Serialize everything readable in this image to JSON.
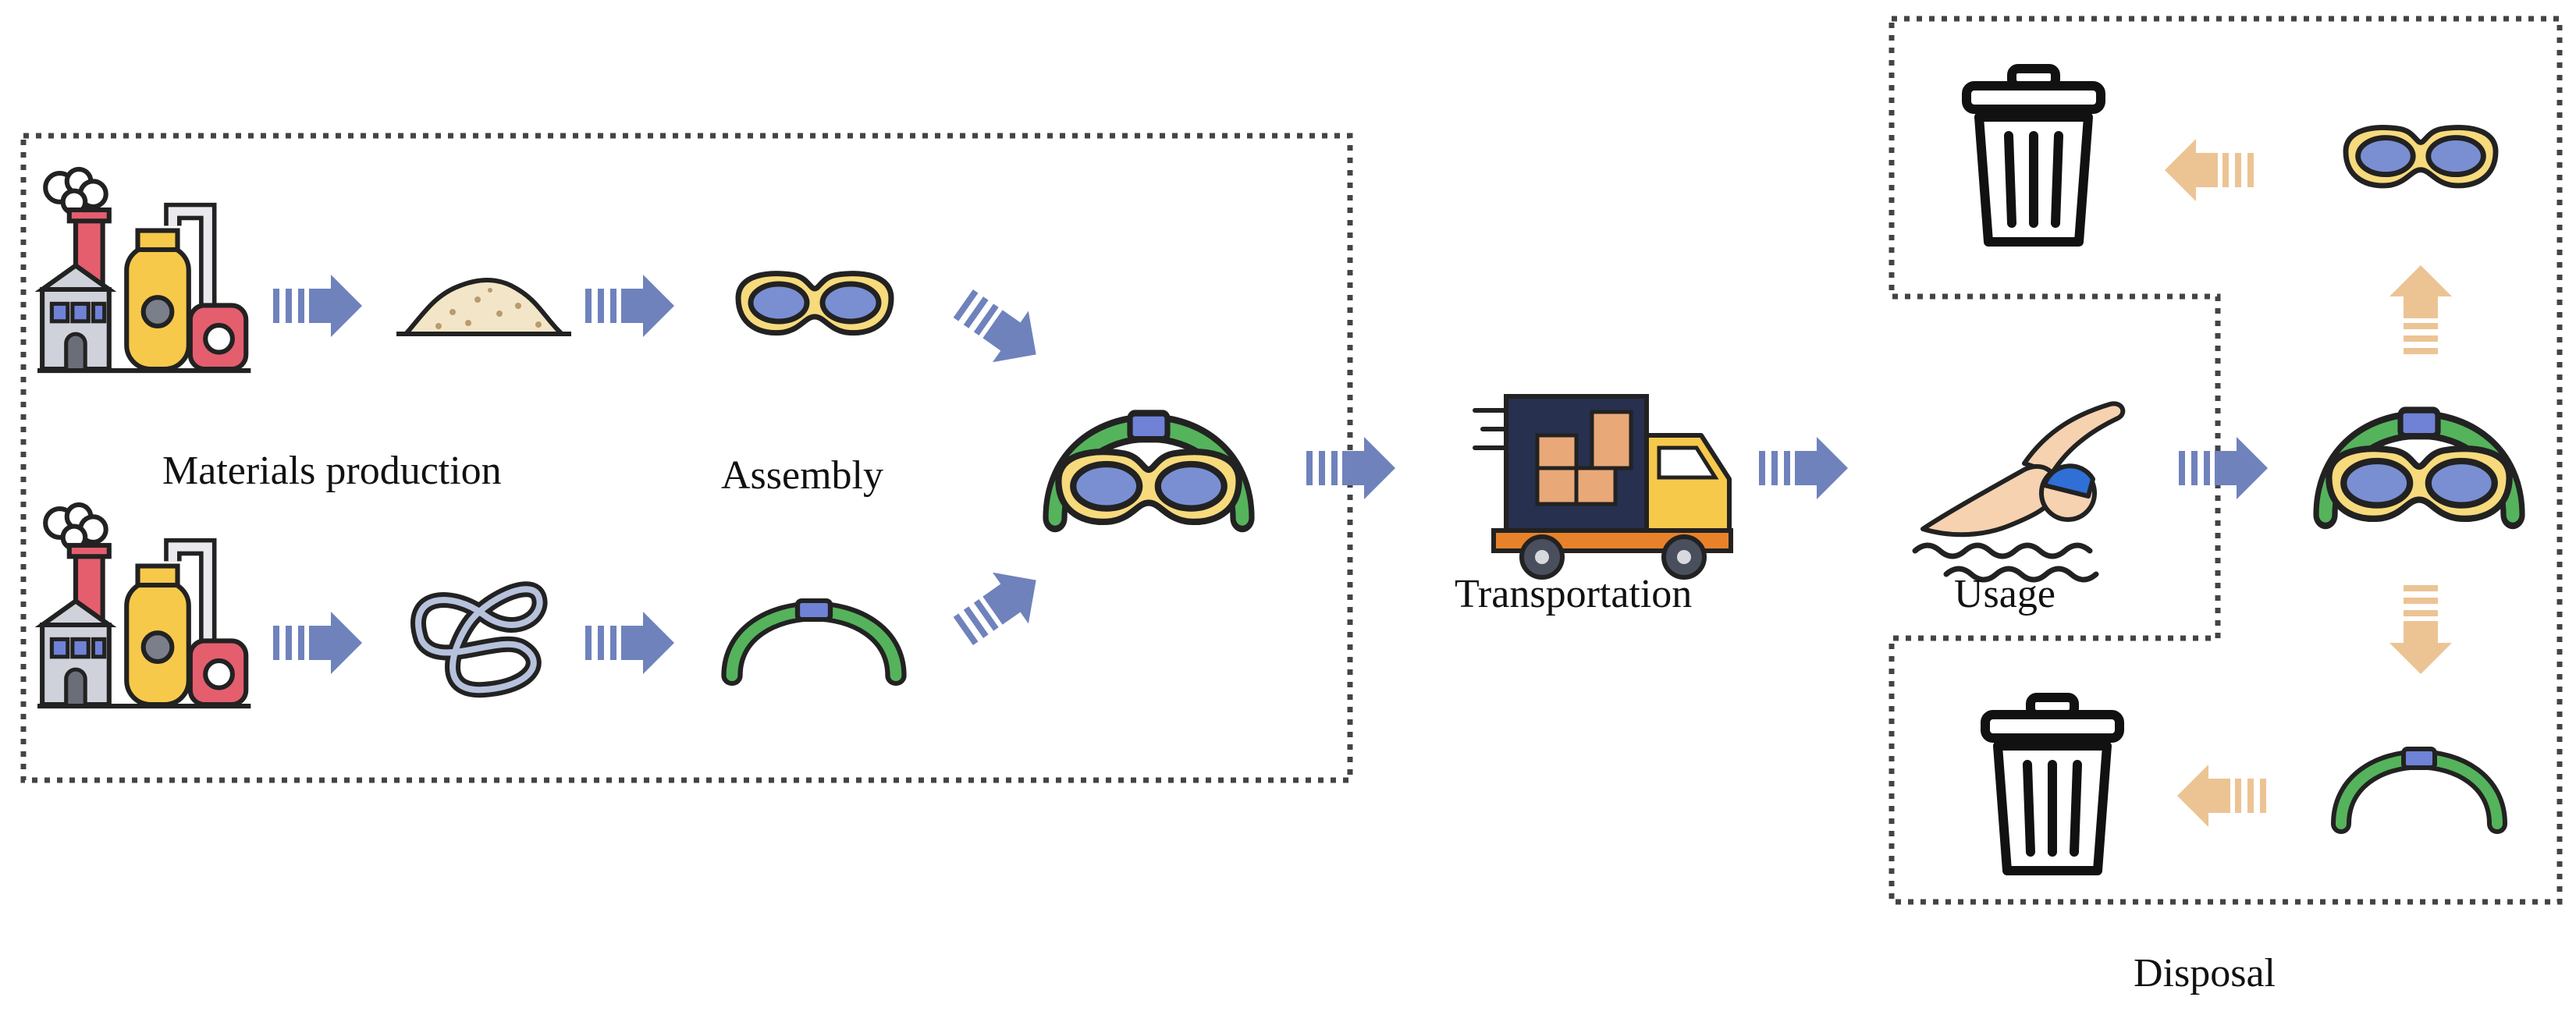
{
  "labels": {
    "materials_production": "Materials production",
    "assembly": "Assembly",
    "transportation": "Transportation",
    "usage": "Usage",
    "disposal": "Disposal"
  },
  "colors": {
    "flow_arrow": "#6f82bc",
    "disposal_arrow": "#ecc494",
    "strap_green": "#55b35c",
    "lens_blue": "#7a8fd2",
    "frame_yellow": "#f7da7c",
    "outline": "#222222",
    "boundary": "#444444"
  },
  "icons": [
    "factory-icon",
    "powder-icon",
    "goggle-lens-icon",
    "strap-coil-icon",
    "strap-icon",
    "goggles-icon",
    "truck-icon",
    "swimmer-icon",
    "trash-can-icon"
  ]
}
